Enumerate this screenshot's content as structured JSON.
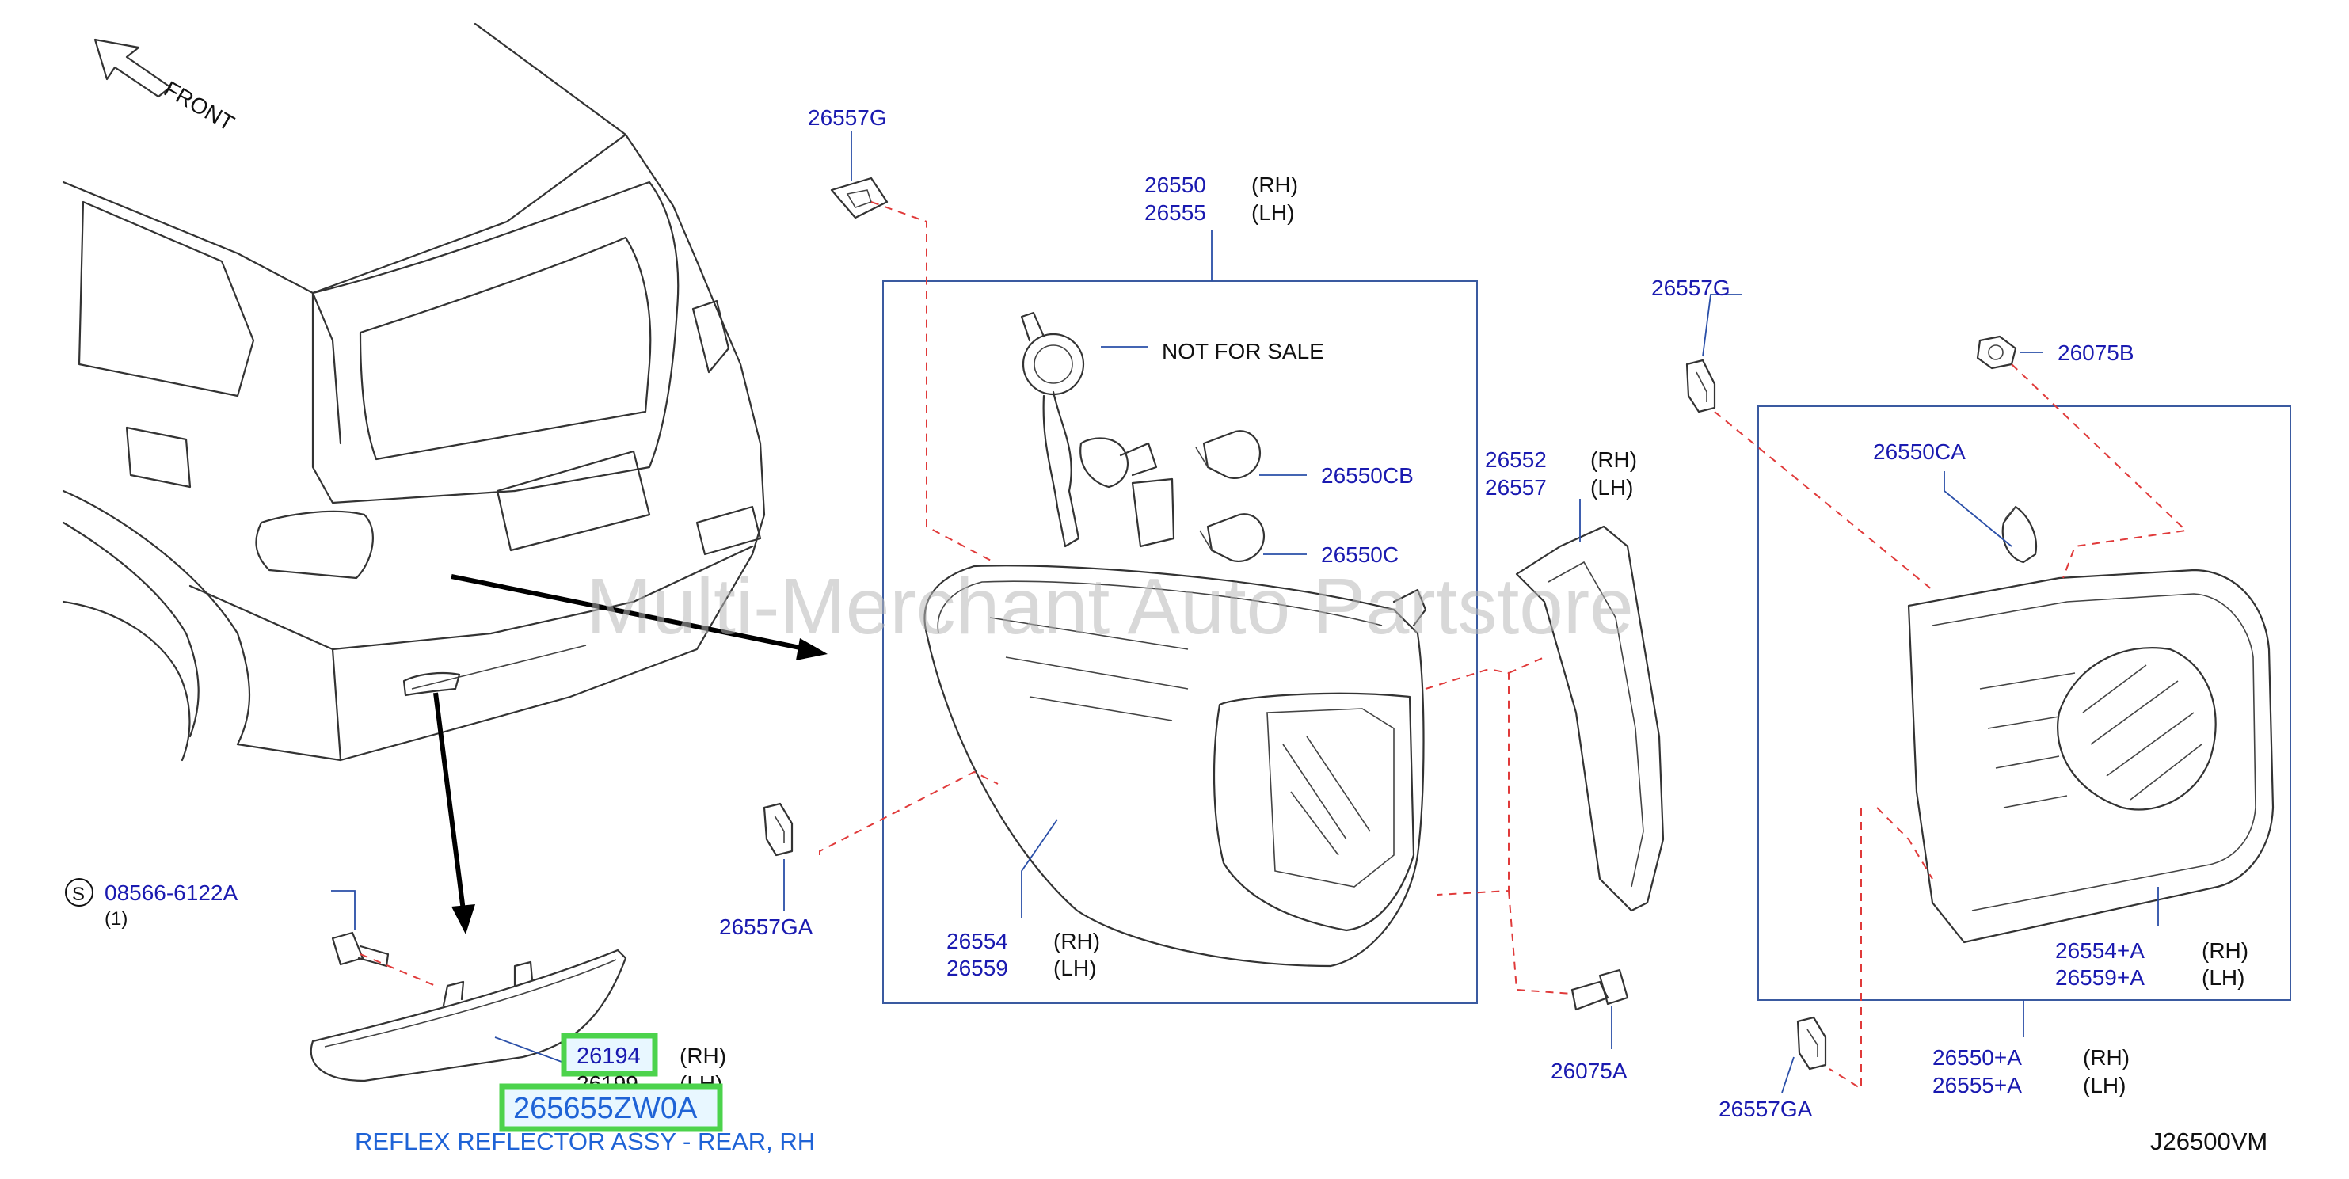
{
  "diagram_code": "J26500VM",
  "front_label": "FRONT",
  "watermark": "Multi-Merchant Auto Partstore",
  "not_for_sale": "NOT   FOR   SALE",
  "callouts": {
    "g_top": "26557G",
    "p26550": "26550",
    "p26555": "26555",
    "rh": "(RH)",
    "lh": "(LH)",
    "g_mid": "26557G",
    "p26075B": "26075B",
    "p26550CB": "26550CB",
    "p26550C": "26550C",
    "p26552": "26552",
    "p26557": "26557",
    "p26550CA": "26550CA",
    "ga_left": "26557GA",
    "p26554": "26554",
    "p26559": "26559",
    "p26554A": "26554+A",
    "p26559A": "26559+A",
    "p26550A": "26550+A",
    "p26555A": "26555+A",
    "p26075A": "26075A",
    "ga_bottom": "26557GA",
    "bolt_symbol": "S",
    "bolt": "08566-6122A",
    "bolt_qty": "(1)",
    "p26194": "26194",
    "p26199": "26199"
  },
  "highlight_part": "265655ZW0A",
  "part_description": "REFLEX REFLECTOR ASSY - REAR, RH",
  "colors": {
    "part_number": "#1a1ab0",
    "highlight_border": "#4cd34c",
    "description": "#1f63d6",
    "dash_lines": "#e03a3a"
  }
}
